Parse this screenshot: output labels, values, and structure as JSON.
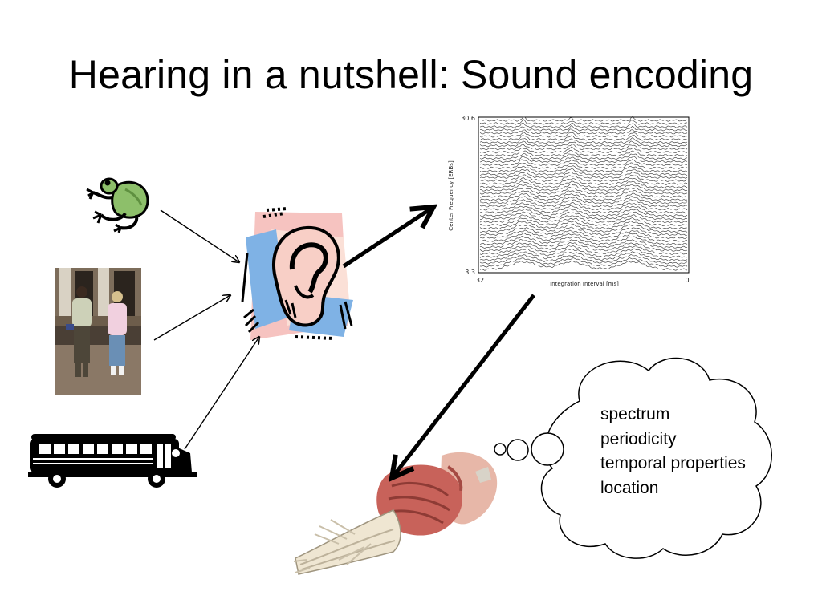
{
  "slide": {
    "title": "Hearing in a nutshell: Sound encoding"
  },
  "thought_bubble": {
    "items": [
      "spectrum",
      "periodicity",
      "temporal properties",
      "location"
    ]
  },
  "plot": {
    "y_top_tick": "30.6",
    "y_bottom_tick": "3.3",
    "x_left_tick": "32",
    "x_right_tick": "0",
    "y_axis_label": "Center Frequency [ERBs]",
    "x_axis_label": "Integration Interval [ms]"
  },
  "icons": {
    "sources": [
      "frog-icon",
      "people-photo",
      "school-bus-icon"
    ],
    "ear": "ear-icon",
    "brain": "brainstem-illustration"
  },
  "colors": {
    "ear_pink": "#f6c3c0",
    "ear_blue": "#7fb2e5",
    "frog_green": "#8dbf6a",
    "bus_black": "#000000",
    "brain_red": "#c8625a",
    "nerve_cream": "#efe6d2"
  }
}
